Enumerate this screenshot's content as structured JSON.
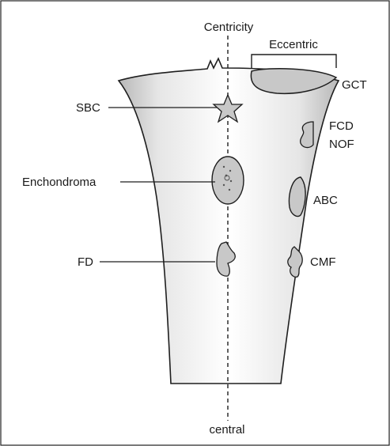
{
  "diagram": {
    "header": {
      "centricity": "Centricity",
      "eccentric": "Eccentric"
    },
    "footer": {
      "central": "central"
    },
    "labels": {
      "gct": "GCT",
      "sbc": "SBC",
      "fcd": "FCD",
      "nof": "NOF",
      "enchondroma": "Enchondroma",
      "abc": "ABC",
      "fd": "FD",
      "cmf": "CMF"
    }
  }
}
